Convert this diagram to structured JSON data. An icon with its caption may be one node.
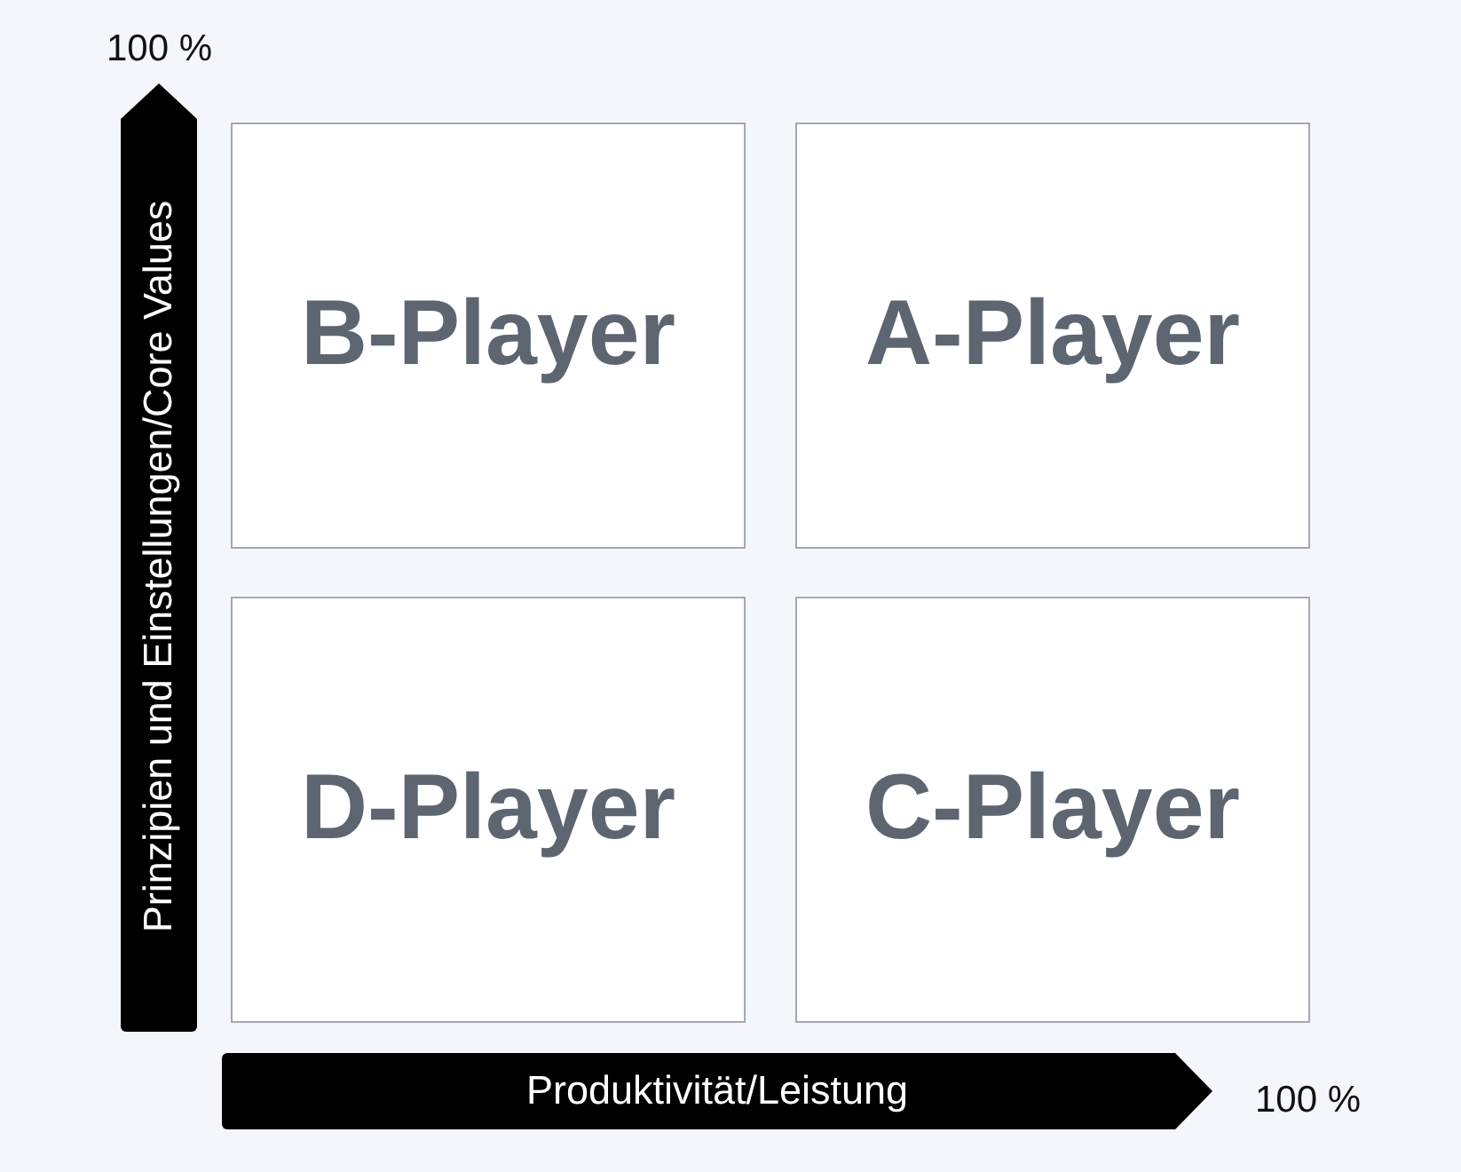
{
  "diagram": {
    "nodes": [
      {
        "text": [
          "Prinzipien und Einstellungen/Core Values"
        ]
      },
      {
        "text": [
          "B-Player"
        ]
      },
      {
        "text": [
          "A-Player"
        ]
      },
      {
        "text": [
          "D-Player"
        ]
      },
      {
        "text": [
          "C-Player"
        ]
      },
      {
        "text": [
          "Produktivität/Leistung"
        ]
      }
    ],
    "labels": [
      "100 %",
      "100 %"
    ]
  }
}
